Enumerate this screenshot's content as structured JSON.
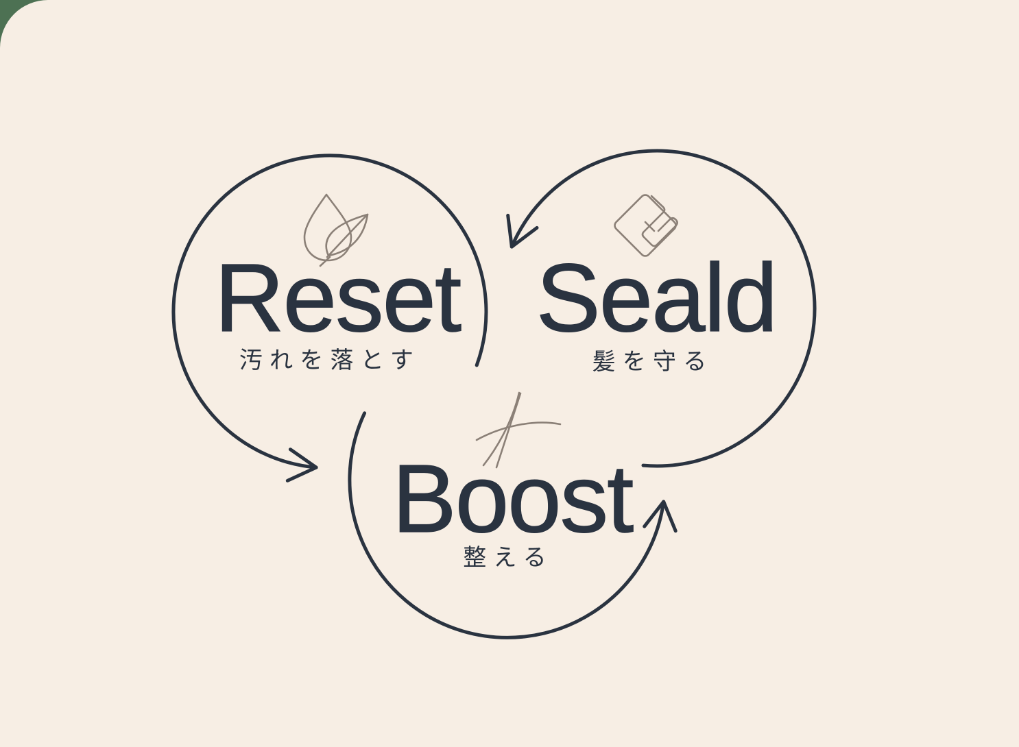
{
  "page": {
    "outer_background": "#4d7153",
    "panel_background": "#f7eee4",
    "panel_corner": "rounded-top-left"
  },
  "diagram": {
    "type": "cycle",
    "stroke_color": "#2a3340",
    "icon_color": "#8b8077",
    "steps": [
      {
        "label": "Reset",
        "subtitle": "汚れを落とす",
        "icon": "leaf-drop-icon",
        "position": "top-left"
      },
      {
        "label": "Seald",
        "subtitle": "髪を守る",
        "icon": "seal-diamond-icon",
        "position": "top-right"
      },
      {
        "label": "Boost",
        "subtitle": "整える",
        "icon": "hair-strands-icon",
        "position": "bottom-center"
      }
    ],
    "arrows": [
      {
        "name": "reset-to-boost",
        "direction": "right"
      },
      {
        "name": "boost-to-seald",
        "direction": "up"
      },
      {
        "name": "seald-to-reset",
        "direction": "down-left"
      }
    ]
  }
}
